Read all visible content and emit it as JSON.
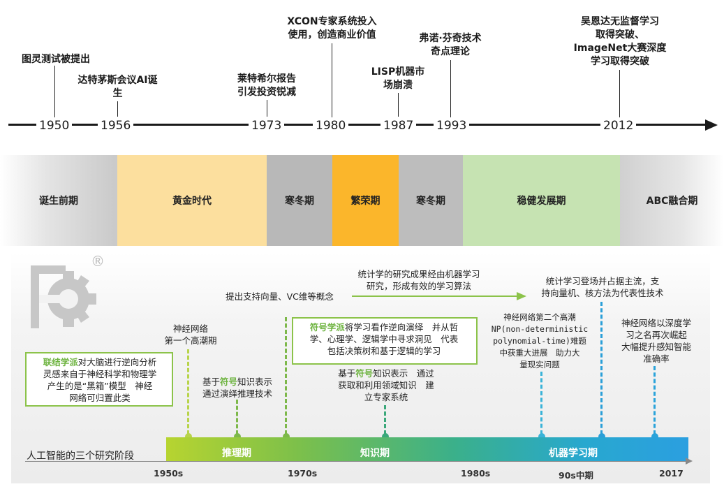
{
  "timeline": {
    "years": [
      "1950",
      "1956",
      "1973",
      "1980",
      "1987",
      "1993",
      "2012"
    ],
    "events": [
      {
        "lines": [
          "图灵测试被提出"
        ]
      },
      {
        "lines": [
          "达特茅斯会议AI诞",
          "生"
        ]
      },
      {
        "lines": [
          "莱特希尔报告",
          "引发投资锐减"
        ]
      },
      {
        "lines": [
          "XCON专家系统投入",
          "使用，创造商业价值"
        ]
      },
      {
        "lines": [
          "LISP机器市",
          "场崩溃"
        ]
      },
      {
        "lines": [
          "弗诺·芬奇技术",
          "奇点理论"
        ]
      },
      {
        "lines": [
          "吴恩达无监督学习",
          "取得突破、",
          "ImageNet大赛深度",
          "学习取得突破"
        ]
      }
    ]
  },
  "periods": [
    {
      "label": "诞生前期",
      "color": "#d4d4d4"
    },
    {
      "label": "黄金时代",
      "color": "#fcdf9e"
    },
    {
      "label": "寒冬期",
      "color": "#b8b8b8"
    },
    {
      "label": "繁荣期",
      "color": "#fbb62b"
    },
    {
      "label": "寒冬期",
      "color": "#bdbdbd"
    },
    {
      "label": "稳健发展期",
      "color": "#c6e3b2"
    },
    {
      "label": "ABC融合期",
      "color": "#d6d6d6"
    }
  ],
  "bottom": {
    "logo_mark": "®",
    "title": "人工智能的三个研究阶段",
    "stages": [
      "推理期",
      "知识期",
      "机器学习期"
    ],
    "axis_labels": [
      "1950s",
      "1970s",
      "1980s",
      "90s中期",
      "2017"
    ],
    "connectionism": {
      "school": "联结学派",
      "rest": [
        "对大脑进行逆向分析",
        "灵感来自于神经科学和物理学",
        "产生的是“黑箱”模型　神经",
        "网络可归置此类"
      ]
    },
    "symbolism": {
      "school": "符号学派",
      "rest": [
        "将学习看作逆向演绎　并从哲",
        "学、心理学、逻辑学中寻求洞见　代表",
        "包括决策树和基于逻辑的学习"
      ]
    },
    "nn_first": [
      "神经网络",
      "第一个高潮期"
    ],
    "reasoning": {
      "pre": "基于",
      "school": "符号",
      "post": "知识表示",
      "line2": "通过演绎推理技术"
    },
    "knowledge": {
      "pre": "基于",
      "school": "符号",
      "post": "知识表示　通过",
      "line2": "获取和利用领域知识　建",
      "line3": "立专家系统"
    },
    "svm": "提出支持向量、VC维等概念",
    "stat_arrow": [
      "统计学的研究成果经由机器学习",
      "研究，形成有效的学习算法"
    ],
    "stat_main": [
      "统计学习登场并占据主流，支",
      "持向量机、核方法为代表性技术"
    ],
    "nn_second": [
      "神经网络第二个高潮",
      "NP(non-deterministic",
      "polynomial-time)难题",
      "中获重大进展　助力大",
      "量现实问题"
    ],
    "deep": [
      "神经网络以深度学",
      "习之名再次崛起",
      "大幅提升感知智能",
      "准确率"
    ]
  }
}
